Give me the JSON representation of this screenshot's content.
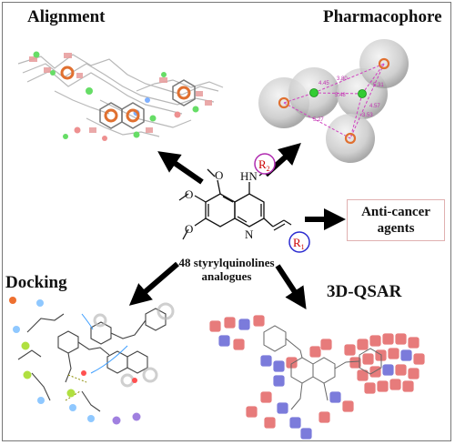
{
  "labels": {
    "alignment": "Alignment",
    "pharmacophore": "Pharmacophore",
    "docking": "Docking",
    "qsar": "3D-QSAR",
    "center_line1": "48 styrylquinolines",
    "center_line2": "analogues",
    "anticancer": "Anti-cancer agents"
  },
  "molecule": {
    "hn": "HN",
    "n": "N",
    "r1": "R",
    "r1_sub": "1",
    "r2": "R",
    "r2_sub": "2",
    "methoxy": "O"
  },
  "pharmacophore_distances": [
    "3.80",
    "5.48",
    "4.45",
    "5.31",
    "3.53",
    "5.27",
    "4.57"
  ],
  "colors": {
    "arrow": "#000000",
    "r1_circle": "#2b2bd0",
    "r2_circle": "#b02bb0",
    "r_text": "#cc0000",
    "sphere": "#bdbdbd",
    "ring": "#e07030",
    "green_atom": "#33cc33",
    "qsar_red": "#e05050",
    "qsar_blue": "#5050d0",
    "distance_line": "#d040c0"
  }
}
